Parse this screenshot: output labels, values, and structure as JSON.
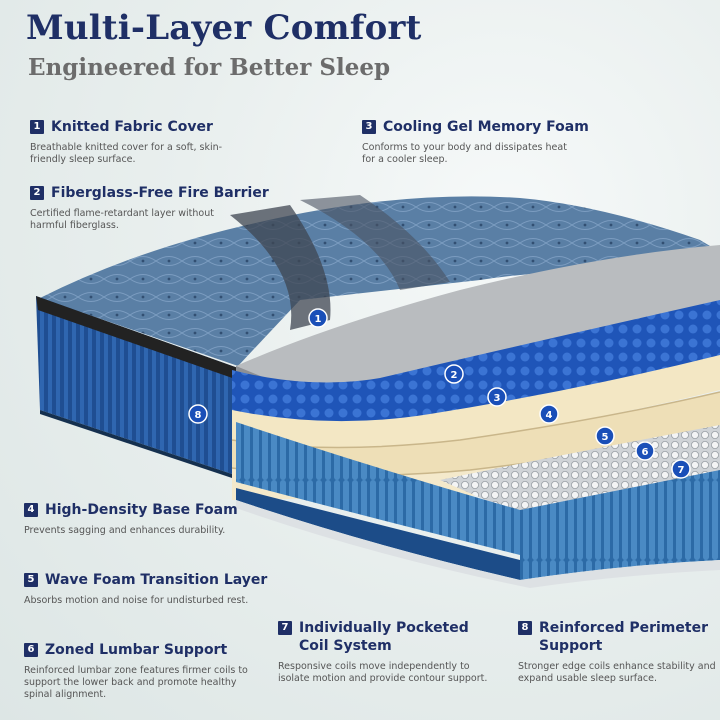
{
  "header": {
    "title": "Multi-Layer Comfort",
    "subtitle": "Engineered for Better Sleep"
  },
  "features": [
    {
      "number": "1",
      "title": "Knitted Fabric Cover",
      "description": "Breathable knitted cover for a soft, skin-friendly sleep surface."
    },
    {
      "number": "2",
      "title": "Fiberglass-Free Fire Barrier",
      "description": "Certified flame-retardant layer without harmful fiberglass."
    },
    {
      "number": "3",
      "title": "Cooling Gel Memory Foam",
      "description": "Conforms to your body and dissipates heat for a cooler sleep."
    },
    {
      "number": "4",
      "title": "High-Density Base Foam",
      "description": "Prevents sagging and enhances durability."
    },
    {
      "number": "5",
      "title": "Wave Foam Transition Layer",
      "description": "Absorbs motion and noise for undisturbed rest."
    },
    {
      "number": "6",
      "title": "Zoned Lumbar Support",
      "description": "Reinforced lumbar zone features firmer coils to support the lower back and promote healthy spinal alignment."
    },
    {
      "number": "7",
      "title": "Individually Pocketed Coil System",
      "description": "Responsive coils move independently to isolate motion and provide contour support."
    },
    {
      "number": "8",
      "title": "Reinforced Perimeter Support",
      "description": "Stronger edge coils enhance stability and expand usable sleep surface."
    }
  ],
  "callouts": [
    "1",
    "2",
    "3",
    "4",
    "5",
    "6",
    "7",
    "8"
  ],
  "colors": {
    "accent": "#1f2f66",
    "badge": "#1a4fb8",
    "coil_blue": "#2e6fa8",
    "foam_cream": "#f1e3bd"
  }
}
